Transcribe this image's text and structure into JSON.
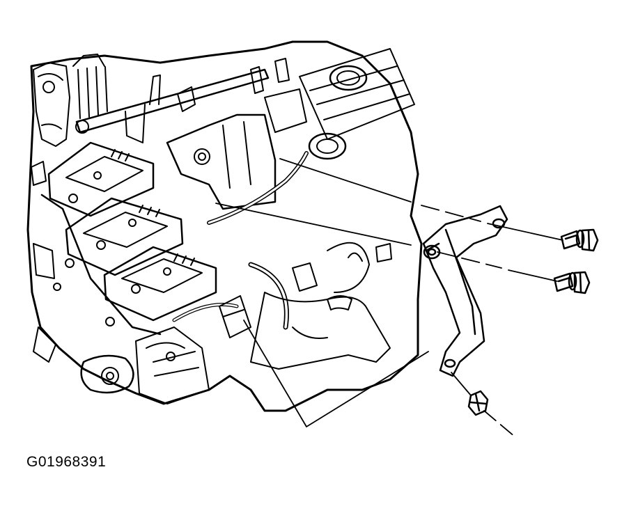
{
  "figure": {
    "reference_code": "G01968391",
    "colors": {
      "line": "#000000",
      "background": "#ffffff"
    },
    "parts": {
      "engine": "engine-assembly",
      "bracket": "mounting-bracket",
      "bolt_upper": "hex-flange-bolt",
      "bolt_lower": "hex-flange-bolt",
      "nut": "hex-nut"
    }
  }
}
